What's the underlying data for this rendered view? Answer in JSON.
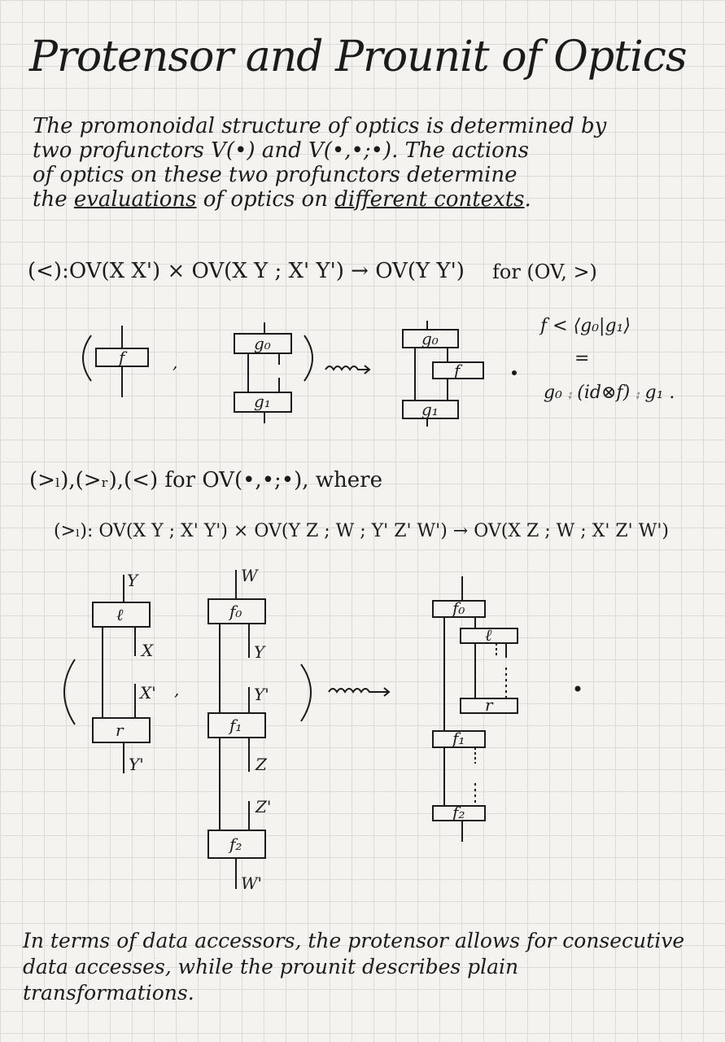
{
  "title": "Protensor and Prounit of Optics",
  "intro": {
    "line1": "The promonoidal structure of optics is determined by",
    "line2": "two profunctors V(•) and V(•,•;•). The actions",
    "line3": "of optics on these two profunctors determine",
    "line4_a": "the ",
    "line4_evaluations": "evaluations",
    "line4_b": " of optics on ",
    "line4_contexts": "different contexts",
    "line4_c": "."
  },
  "prounit": {
    "signature": "(<):OV(X X') × OV(X Y ; X' Y') → OV(Y Y')",
    "for_text": "for (OV, >)",
    "boxes": {
      "f": "f",
      "g0": "g₀",
      "g1": "g₁",
      "g0_out": "g₀",
      "f_out": "f",
      "g1_out": "g₁"
    },
    "rhs_line1": "f < ⟨g₀|g₁⟩",
    "rhs_eq": "=",
    "rhs_line2": "g₀ ⨾ (id⊗f) ⨾ g₁ ."
  },
  "protensor": {
    "heading": "(>ₗ),(>ᵣ),(<) for OV(•,•;•), where",
    "signature": "(>ₗ): OV(X Y ; X' Y') × OV(Y Z ; W ; Y' Z' W') → OV(X Z ; W ; X' Z' W')",
    "boxes": {
      "l": "ℓ",
      "r": "r",
      "f0": "f₀",
      "f1": "f₁",
      "f2": "f₂"
    },
    "wires": {
      "Y": "Y",
      "X": "X",
      "X'": "X'",
      "Y'": "Y'",
      "W": "W",
      "Z": "Z",
      "Z'": "Z'",
      "W'": "W'"
    }
  },
  "footer": {
    "line1": "In terms of data accessors, the protensor allows for consecutive",
    "line2": "data accesses, while the prounit describes plain",
    "line3": "transformations."
  }
}
